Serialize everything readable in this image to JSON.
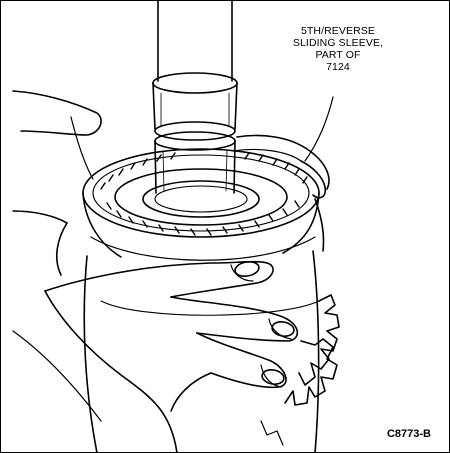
{
  "callout": {
    "lines": [
      "5TH/REVERSE",
      "SLIDING SLEEVE,",
      "PART OF",
      "7124"
    ]
  },
  "figure_code": "C8773-B",
  "colors": {
    "ink": "#000000",
    "paper": "#ffffff"
  }
}
